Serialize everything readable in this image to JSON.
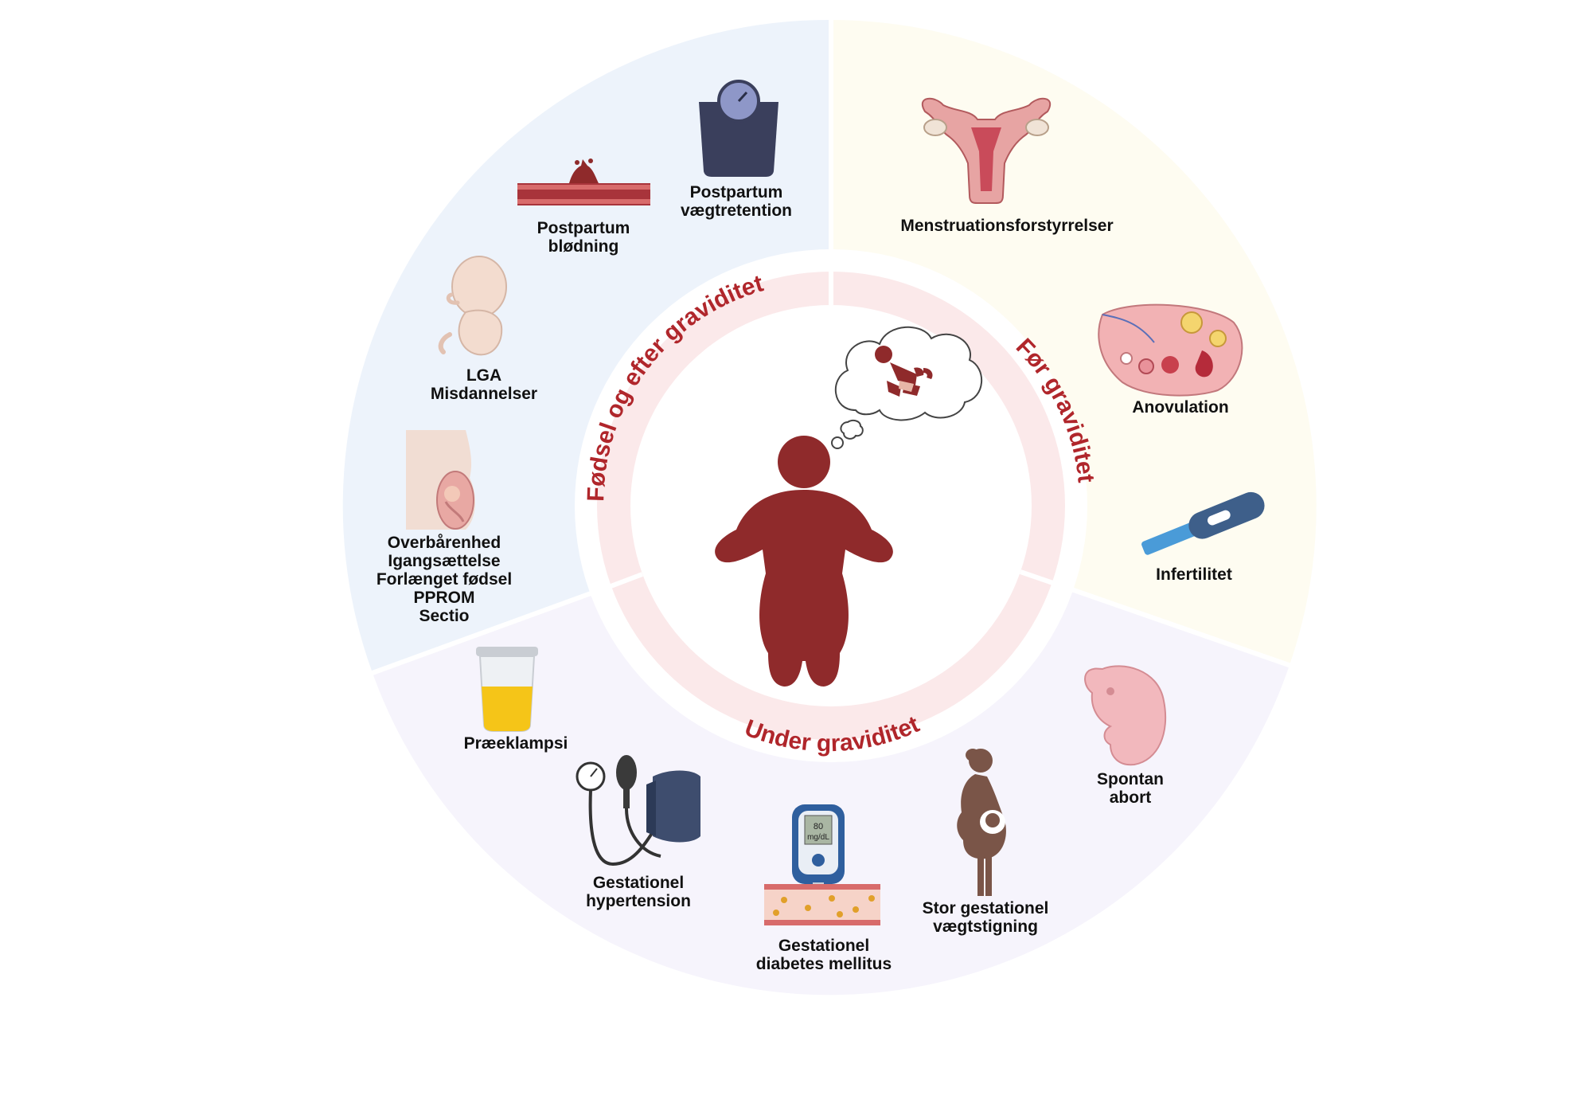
{
  "colors": {
    "accent": "#8f2a2b",
    "arc_text": "#b0262b",
    "before": "#fefcf1",
    "birth": "#edf3fb",
    "during": "#f6f4fc",
    "inner_ring": "#fbe9ea"
  },
  "center": {
    "figure_icon": "obese-person-icon",
    "thought_icon": "baby-thought-bubble-icon",
    "glucose_reading": "80",
    "glucose_unit": "mg/dL"
  },
  "sections": {
    "before": {
      "title": "Før graviditet",
      "items": [
        {
          "icon": "uterus-icon",
          "lines": [
            "Menstruationsforstyrrelser"
          ]
        },
        {
          "icon": "ovary-icon",
          "lines": [
            "Anovulation"
          ]
        },
        {
          "icon": "pregnancy-test-icon",
          "lines": [
            "Infertilitet"
          ]
        }
      ]
    },
    "during": {
      "title": "Under graviditet",
      "items": [
        {
          "icon": "embryo-icon",
          "lines": [
            "Spontan",
            "abort"
          ]
        },
        {
          "icon": "pregnant-woman-icon",
          "lines": [
            "Stor gestationel",
            "vægtstigning"
          ]
        },
        {
          "icon": "glucose-meter-icon",
          "lines": [
            "Gestationel",
            "diabetes mellitus"
          ]
        },
        {
          "icon": "blood-pressure-cuff-icon",
          "lines": [
            "Gestationel",
            "hypertension"
          ]
        },
        {
          "icon": "urine-cup-icon",
          "lines": [
            "Præeklampsi"
          ]
        }
      ]
    },
    "birth": {
      "title": "Fødsel og efter graviditet",
      "items": [
        {
          "icon": "pregnant-belly-icon",
          "lines": [
            "Overbårenhed",
            "Igangsættelse",
            "Forlænget fødsel",
            "PPROM",
            "Sectio"
          ]
        },
        {
          "icon": "fetus-icon",
          "lines": [
            "LGA",
            "Misdannelser"
          ]
        },
        {
          "icon": "bleeding-vessel-icon",
          "lines": [
            "Postpartum",
            "blødning"
          ]
        },
        {
          "icon": "weight-scale-icon",
          "lines": [
            "Postpartum",
            "vægtretention"
          ]
        }
      ]
    }
  }
}
